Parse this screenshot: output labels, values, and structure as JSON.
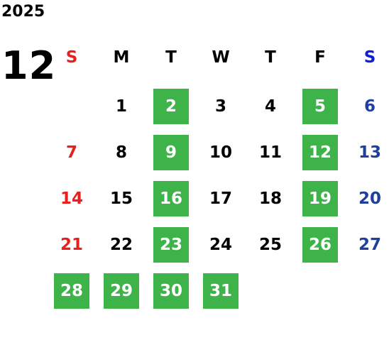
{
  "calendar": {
    "year": "2025",
    "month": "12",
    "weekdays": [
      "S",
      "M",
      "T",
      "W",
      "T",
      "F",
      "S"
    ],
    "weekday_colors": [
      "#e8201c",
      "#000000",
      "#000000",
      "#000000",
      "#000000",
      "#000000",
      "#0a1fd6"
    ],
    "weeks": [
      [
        "",
        "1",
        "2",
        "3",
        "4",
        "5",
        "6"
      ],
      [
        "7",
        "8",
        "9",
        "10",
        "11",
        "12",
        "13"
      ],
      [
        "14",
        "15",
        "16",
        "17",
        "18",
        "19",
        "20"
      ],
      [
        "21",
        "22",
        "23",
        "24",
        "25",
        "26",
        "27"
      ],
      [
        "28",
        "29",
        "30",
        "31",
        "",
        "",
        ""
      ]
    ],
    "highlighted_days": [
      "2",
      "5",
      "9",
      "12",
      "16",
      "19",
      "23",
      "26",
      "28",
      "29",
      "30",
      "31"
    ],
    "colors": {
      "highlight_bg": "#3db34a",
      "highlight_text": "#ffffff",
      "sunday": "#e8201c",
      "saturday": "#1f3f9a",
      "weekday": "#000000"
    }
  }
}
